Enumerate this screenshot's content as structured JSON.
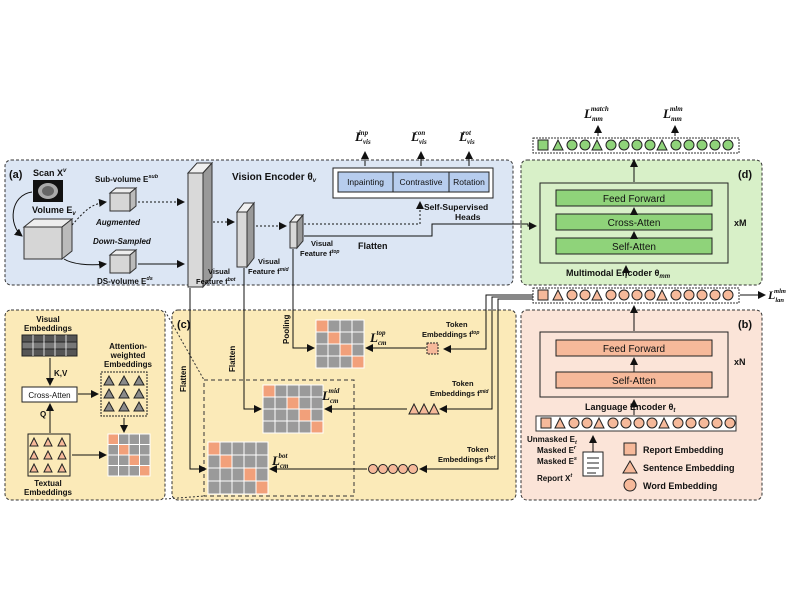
{
  "panel_a": {
    "tag": "(a)",
    "scan": "Scan X",
    "scan_sup": "v",
    "volume": "Volume E",
    "volume_sub": "v",
    "sub_volume": "Sub-volume E",
    "sub_volume_sub": "v",
    "sub_volume_sup": "sub",
    "augmented": "Augmented",
    "down_sampled": "Down-Sampled",
    "ds_volume": "DS-volume E",
    "ds_volume_sub": "v",
    "ds_volume_sup": "ds",
    "encoder_title": "Vision Encoder θ",
    "encoder_title_sub": "v",
    "vf_bot_1": "Visual",
    "vf_bot_2": "Feature f",
    "vf_bot_sub": "v",
    "vf_bot_sup": "bot",
    "vf_mid_1": "Visual",
    "vf_mid_2": "Feature f",
    "vf_mid_sub": "v",
    "vf_mid_sup": "mid",
    "vf_top_1": "Visual",
    "vf_top_2": "Feature f",
    "vf_top_sub": "v",
    "vf_top_sup": "top",
    "flatten": "Flatten",
    "heads": [
      "Inpainting",
      "Contrastive",
      "Rotation"
    ],
    "ssh_1": "Self-Supervised",
    "ssh_2": "Heads"
  },
  "losses_vis": [
    {
      "main": "L",
      "sub": "vis",
      "sup": "inp"
    },
    {
      "main": "L",
      "sub": "vis",
      "sup": "con"
    },
    {
      "main": "L",
      "sub": "vis",
      "sup": "rot"
    }
  ],
  "panel_d": {
    "tag": "(d)",
    "layers": [
      "Feed Forward",
      "Cross-Atten",
      "Self-Atten"
    ],
    "repeat": "xM",
    "encoder": "Multimodal Encoder θ",
    "encoder_sub": "mm",
    "loss_match": {
      "main": "L",
      "sub": "mm",
      "sup": "match"
    },
    "loss_mlm": {
      "main": "L",
      "sub": "mm",
      "sup": "mlm"
    }
  },
  "loss_lan": {
    "main": "L",
    "sub": "lan",
    "sup": "mlm"
  },
  "panel_b": {
    "tag": "(b)",
    "layers": [
      "Feed Forward",
      "Self-Atten"
    ],
    "repeat": "xN",
    "encoder": "Language Encoder θ",
    "encoder_sub": "t",
    "unmasked": "Unmasked E",
    "unmasked_sub": "t",
    "masked1": "Masked E",
    "masked1_sub": "t",
    "masked1_sup": "r",
    "masked2": "Masked E",
    "masked2_sub": "t",
    "masked2_sup": "s",
    "report": "Report X",
    "report_sup": "t",
    "legend": [
      "Report Embedding",
      "Sentence Embedding",
      "Word Embedding"
    ]
  },
  "panel_c": {
    "tag": "(c)",
    "loss_top": {
      "main": "L",
      "sub": "cm",
      "sup": "top"
    },
    "loss_mid": {
      "main": "L",
      "sub": "cm",
      "sup": "mid"
    },
    "loss_bot": {
      "main": "L",
      "sub": "cm",
      "sup": "bot"
    },
    "pooling": "Pooling",
    "flatten": "Flatten",
    "tok_top_1": "Token",
    "tok_top_2": "Embeddings f",
    "tok_top_sub": "t",
    "tok_top_sup": "top",
    "tok_mid_1": "Token",
    "tok_mid_2": "Embeddings f",
    "tok_mid_sub": "t",
    "tok_mid_sup": "mid",
    "tok_bot_1": "Token",
    "tok_bot_2": "Embeddings f",
    "tok_bot_sub": "t",
    "tok_bot_sup": "bot"
  },
  "detail": {
    "visual_1": "Visual",
    "visual_2": "Embeddings",
    "kv": "K,V",
    "cross_atten": "Cross-Atten",
    "q": "Q",
    "textual_1": "Textual",
    "textual_2": "Embeddings",
    "attn_1": "Attention-",
    "attn_2": "weighted",
    "attn_3": "Embeddings",
    "flatten": "Flatten"
  },
  "colors": {
    "panel_a_bg": "#dce6f4",
    "panel_d_bg": "#d8f0c8",
    "panel_b_bg": "#fbe4d8",
    "panel_c_bg": "#fbeab8",
    "green_box": "#8fd37a",
    "salmon_box": "#f6b99a",
    "blue_box": "#b7cdee",
    "highlight_cell": "#f2a07a",
    "grid_cell": "#9a9a9a"
  }
}
